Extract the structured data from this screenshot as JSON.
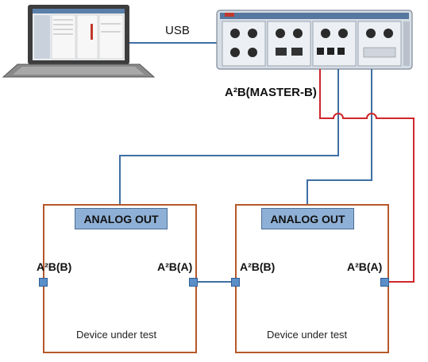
{
  "labels": {
    "usb": "USB",
    "master": "A²B(MASTER-B)"
  },
  "duts": [
    {
      "analog_out": "ANALOG OUT",
      "port_left": "A²B(B)",
      "port_right": "A²B(A)",
      "caption": "Device under test"
    },
    {
      "analog_out": "ANALOG OUT",
      "port_left": "A²B(B)",
      "port_right": "A²B(A)",
      "caption": "Device under test"
    }
  ],
  "colors": {
    "dut_border": "#b5582a",
    "analog_fill": "#8fb0d6",
    "blue_wire": "#3f6fa3",
    "red_wire": "#d0262b",
    "port_fill": "#5b8fc8"
  }
}
